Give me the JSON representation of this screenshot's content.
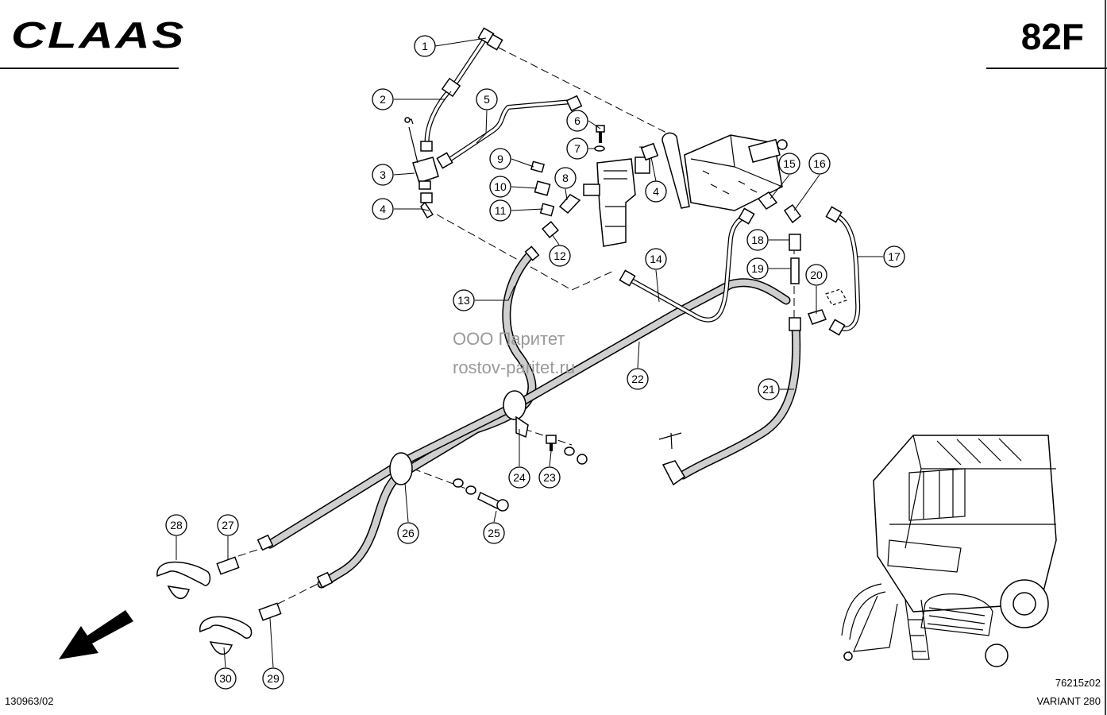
{
  "header": {
    "brand": "CLAAS",
    "group_code": "82F"
  },
  "footer": {
    "left_code": "130963/02",
    "right_code": "76215z02",
    "model": "VARIANT 280"
  },
  "watermark": {
    "line1": "ООО Паритет",
    "line2": "rostov-paritet.ru"
  },
  "callouts": [
    {
      "id": "c1",
      "label": "1"
    },
    {
      "id": "c2",
      "label": "2"
    },
    {
      "id": "c3",
      "label": "3"
    },
    {
      "id": "c4a",
      "label": "4"
    },
    {
      "id": "c5",
      "label": "5"
    },
    {
      "id": "c6",
      "label": "6"
    },
    {
      "id": "c7",
      "label": "7"
    },
    {
      "id": "c4b",
      "label": "4"
    },
    {
      "id": "c9",
      "label": "9"
    },
    {
      "id": "c10",
      "label": "10"
    },
    {
      "id": "c11",
      "label": "11"
    },
    {
      "id": "c8",
      "label": "8"
    },
    {
      "id": "c12",
      "label": "12"
    },
    {
      "id": "c13",
      "label": "13"
    },
    {
      "id": "c14",
      "label": "14"
    },
    {
      "id": "c15",
      "label": "15"
    },
    {
      "id": "c16",
      "label": "16"
    },
    {
      "id": "c17",
      "label": "17"
    },
    {
      "id": "c18",
      "label": "18"
    },
    {
      "id": "c19",
      "label": "19"
    },
    {
      "id": "c20",
      "label": "20"
    },
    {
      "id": "c21",
      "label": "21"
    },
    {
      "id": "c22",
      "label": "22"
    },
    {
      "id": "c23",
      "label": "23"
    },
    {
      "id": "c24",
      "label": "24"
    },
    {
      "id": "c25",
      "label": "25"
    },
    {
      "id": "c26",
      "label": "26"
    },
    {
      "id": "c27",
      "label": "27"
    },
    {
      "id": "c28",
      "label": "28"
    },
    {
      "id": "c29",
      "label": "29"
    },
    {
      "id": "c30",
      "label": "30"
    }
  ],
  "icons": {
    "direction_arrow": "arrow-down-left-icon",
    "machine_overview": "round-baler-icon"
  }
}
